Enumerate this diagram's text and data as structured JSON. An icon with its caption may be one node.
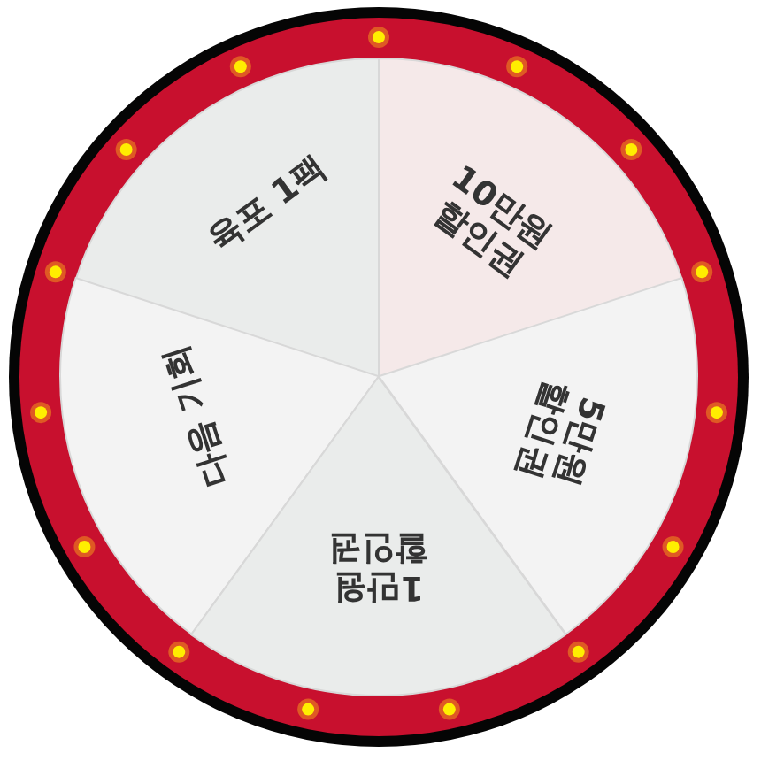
{
  "diagram": {
    "nodes": [
      {
        "text": [
          "육포 1팩"
        ]
      },
      {
        "text": [
          "10만원 할인권"
        ]
      },
      {
        "text": [
          "다음 기회"
        ]
      },
      {
        "text": [
          "5만원 할인권"
        ]
      },
      {
        "text": [
          "1만원 할인권"
        ]
      }
    ]
  }
}
